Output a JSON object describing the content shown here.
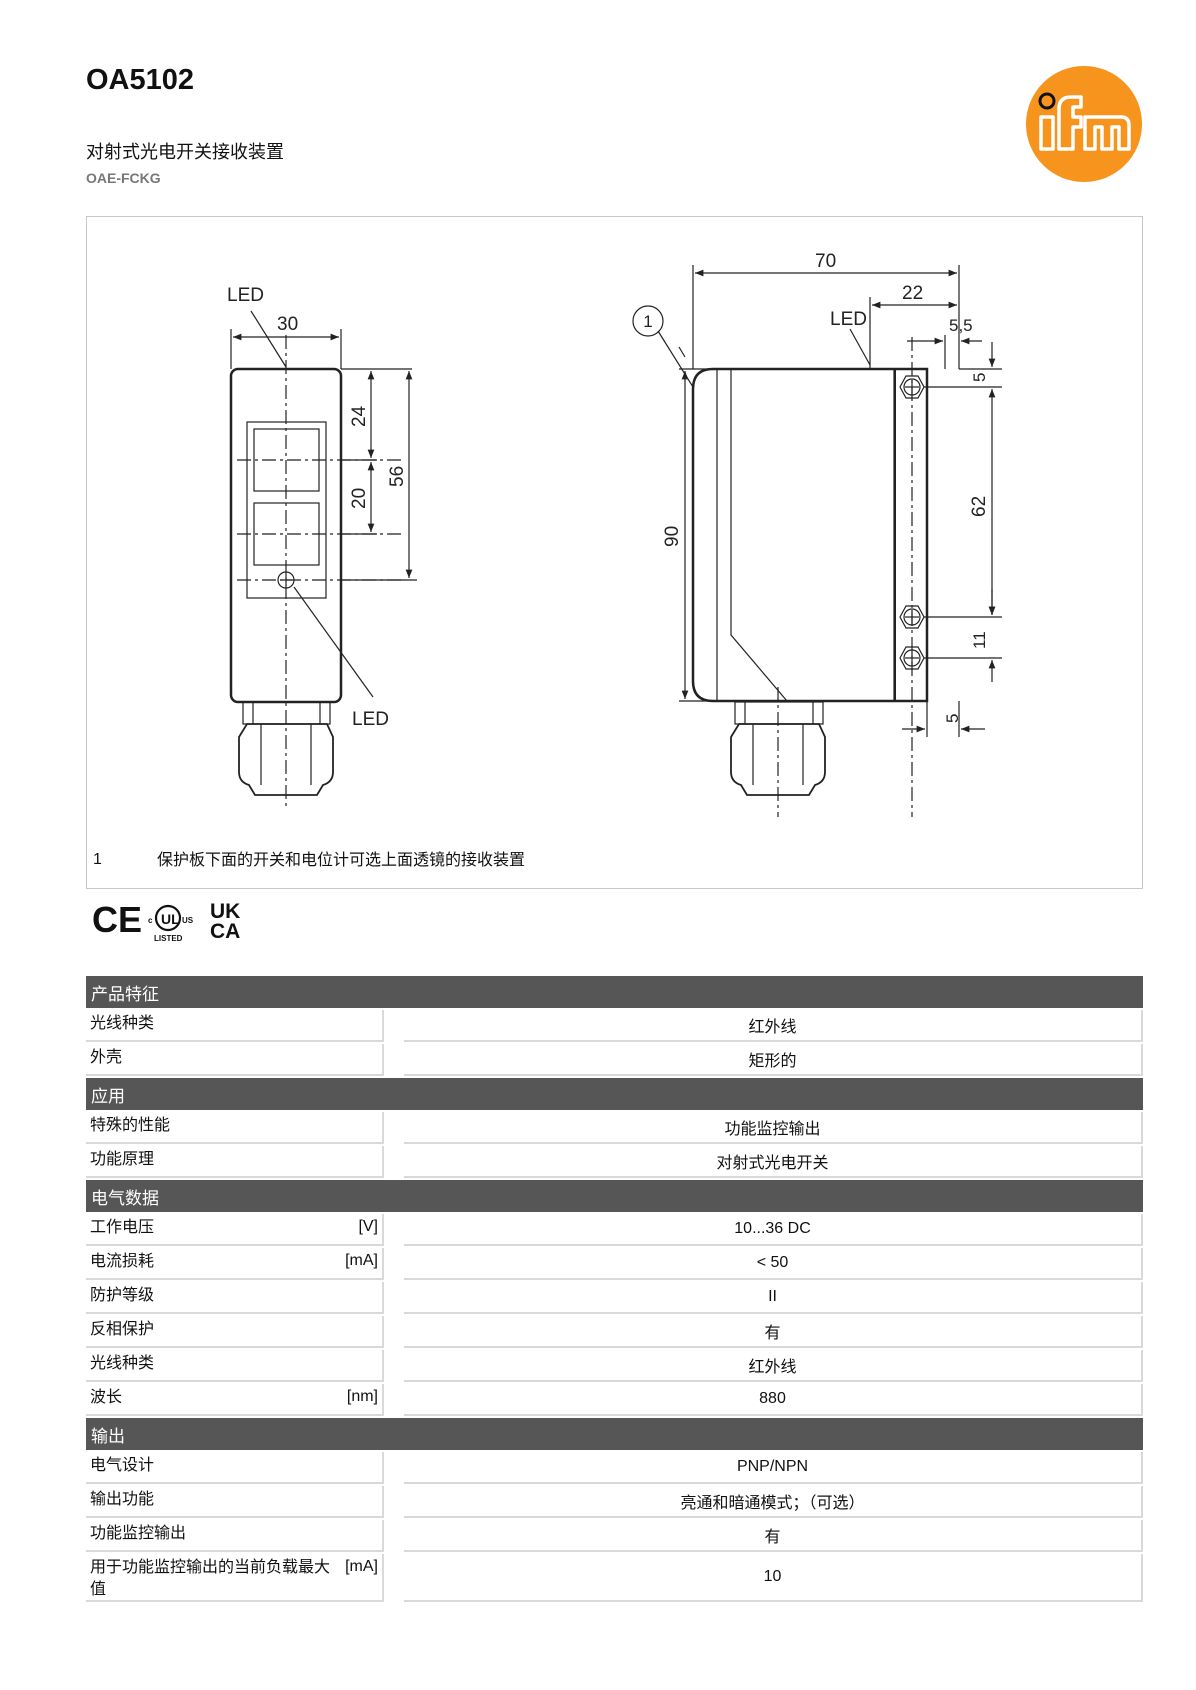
{
  "header": {
    "title": "OA5102",
    "subtitle": "对射式光电开关接收装置",
    "code": "OAE-FCKG"
  },
  "brand": {
    "logo_text": "ifm",
    "color": "#f7941d"
  },
  "drawing": {
    "labels": {
      "led": "LED",
      "callout": "1",
      "dims": [
        "30",
        "24",
        "56",
        "20",
        "70",
        "22",
        "5,5",
        "5",
        "62",
        "90",
        "11",
        "5"
      ]
    },
    "footnote_num": "1",
    "footnote_text": "保护板下面的开关和电位计可选上面透镜的接收装置"
  },
  "certifications": [
    "CE",
    "cULus LISTED",
    "UKCA"
  ],
  "sections": [
    {
      "title": "产品特征",
      "rows": [
        {
          "label": "光线种类",
          "unit": "",
          "value": "红外线"
        },
        {
          "label": "外壳",
          "unit": "",
          "value": "矩形的"
        }
      ]
    },
    {
      "title": "应用",
      "rows": [
        {
          "label": "特殊的性能",
          "unit": "",
          "value": "功能监控输出"
        },
        {
          "label": "功能原理",
          "unit": "",
          "value": "对射式光电开关"
        }
      ]
    },
    {
      "title": "电气数据",
      "rows": [
        {
          "label": "工作电压",
          "unit": "[V]",
          "value": "10...36 DC"
        },
        {
          "label": "电流损耗",
          "unit": "[mA]",
          "value": "< 50"
        },
        {
          "label": "防护等级",
          "unit": "",
          "value": "II"
        },
        {
          "label": "反相保护",
          "unit": "",
          "value": "有"
        },
        {
          "label": "光线种类",
          "unit": "",
          "value": "红外线"
        },
        {
          "label": "波长",
          "unit": "[nm]",
          "value": "880"
        }
      ]
    },
    {
      "title": "输出",
      "rows": [
        {
          "label": "电气设计",
          "unit": "",
          "value": "PNP/NPN"
        },
        {
          "label": "输出功能",
          "unit": "",
          "value": "亮通和暗通模式；（可选）"
        },
        {
          "label": "功能监控输出",
          "unit": "",
          "value": "有"
        },
        {
          "label": "用于功能监控输出的当前负载最大值",
          "unit": "[mA]",
          "value": "10"
        }
      ]
    }
  ]
}
